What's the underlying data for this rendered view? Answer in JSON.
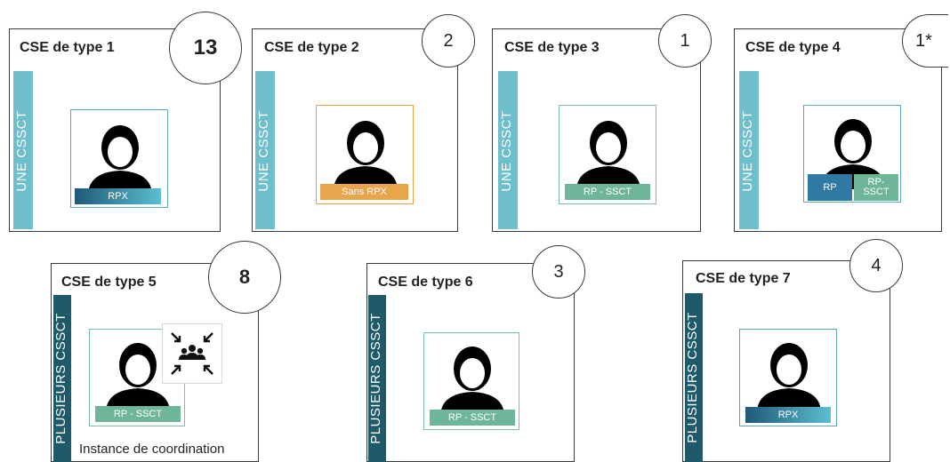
{
  "colors": {
    "border": "#3a3a3a",
    "bar_une": "#6fbecb",
    "bar_plusieurs": "#1f5a6b",
    "avatar_border_blue": "#5aa9b8",
    "avatar_border_orange": "#e6a24a",
    "avatar_border_green": "#7fbfa6",
    "tag_rpx_start": "#1f5a78",
    "tag_rpx_end": "#5bbfd0",
    "tag_orange": "#e8a54c",
    "tag_green": "#6fb597",
    "tag_rp_blue": "#2e7aa2"
  },
  "cards": [
    {
      "title": "CSE de type 1",
      "count": "13",
      "bar_label": "UNE CSSCT",
      "tags": [
        "RPX"
      ]
    },
    {
      "title": "CSE de type 2",
      "count": "2",
      "bar_label": "UNE CSSCT",
      "tags": [
        "Sans RPX"
      ]
    },
    {
      "title": "CSE de type 3",
      "count": "1",
      "bar_label": "UNE CSSCT",
      "tags": [
        "RP - SSCT"
      ]
    },
    {
      "title": "CSE de type 4",
      "count": "1*",
      "bar_label": "UNE CSSCT",
      "tags": [
        "RP",
        "RP-\nSSCT"
      ]
    },
    {
      "title": "CSE de type 5",
      "count": "8",
      "bar_label": "PLUSIEURS CSSCT",
      "tags": [
        "RP - SSCT"
      ],
      "note": "Instance de coordination",
      "extra_icon": "coordination-group-icon"
    },
    {
      "title": "CSE de type 6",
      "count": "3",
      "bar_label": "PLUSIEURS CSSCT",
      "tags": [
        "RP - SSCT"
      ]
    },
    {
      "title": "CSE de type 7",
      "count": "4",
      "bar_label": "PLUSIEURS CSSCT",
      "tags": [
        "RPX"
      ]
    }
  ],
  "icons": {
    "person": "person-silhouette-icon",
    "coordination": "coordination-group-icon"
  }
}
